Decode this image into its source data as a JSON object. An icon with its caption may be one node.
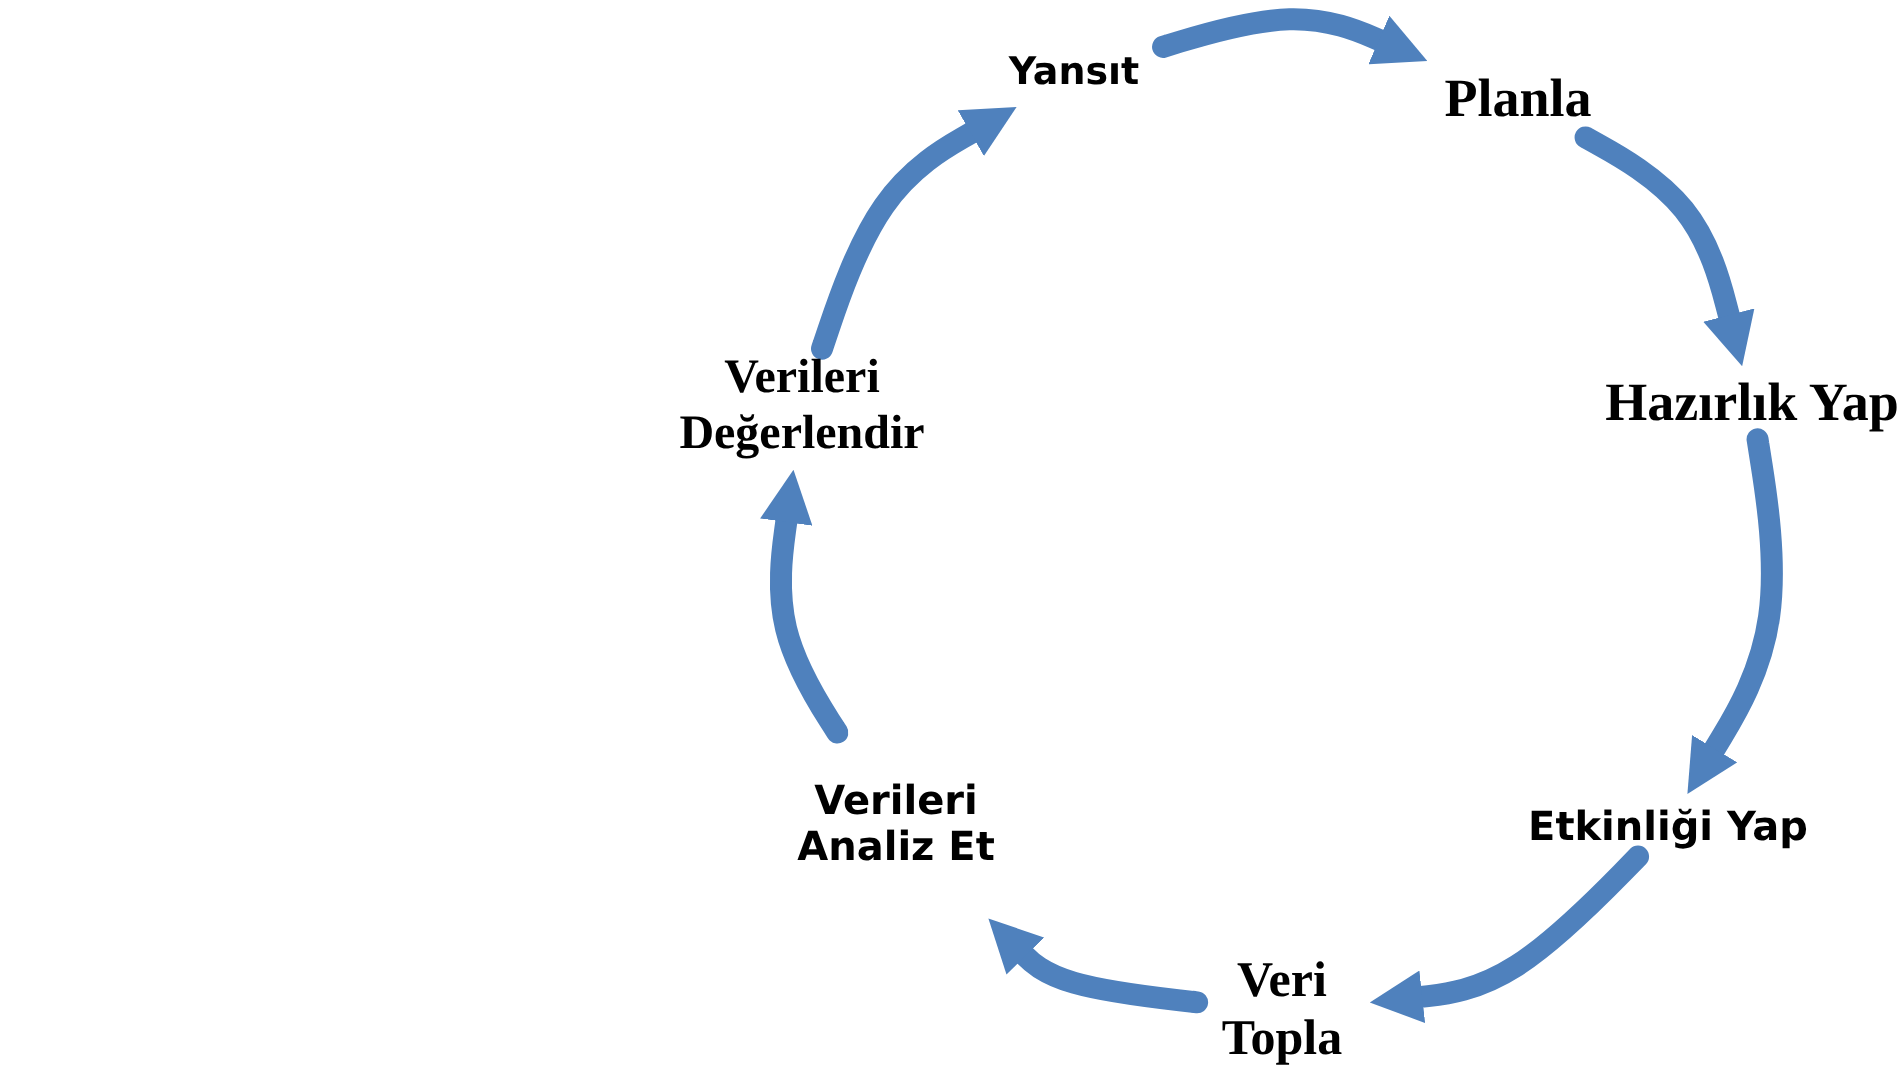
{
  "diagram": {
    "nodes": [
      {
        "text": [
          "Yansıt"
        ]
      },
      {
        "text": [
          "Planla"
        ]
      },
      {
        "text": [
          "Hazırlık Yap"
        ]
      },
      {
        "text": [
          "Etkinliği Yap"
        ]
      },
      {
        "text": [
          "Veri Topla"
        ]
      },
      {
        "text": [
          "Verileri Analiz Et"
        ]
      },
      {
        "text": [
          "Verileri Değerlendir"
        ]
      }
    ],
    "edges": [
      {
        "from": 0,
        "to": 1,
        "arrow": "to"
      },
      {
        "from": 1,
        "to": 2,
        "arrow": "to"
      },
      {
        "from": 2,
        "to": 3,
        "arrow": "to"
      },
      {
        "from": 3,
        "to": 4,
        "arrow": "to"
      },
      {
        "from": 4,
        "to": 5,
        "arrow": "to"
      },
      {
        "from": 5,
        "to": 6,
        "arrow": "to"
      },
      {
        "from": 6,
        "to": 0,
        "arrow": "to"
      }
    ]
  }
}
